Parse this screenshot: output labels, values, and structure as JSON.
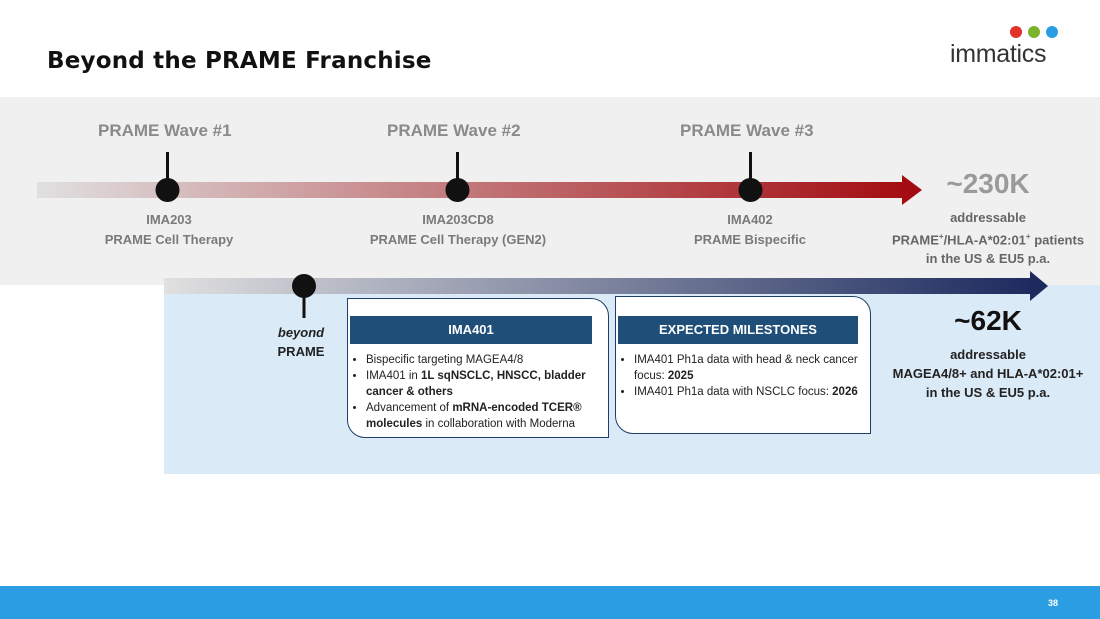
{
  "title": "Beyond the PRAME Franchise",
  "logo": {
    "text": "immatics",
    "dot_colors": [
      "#e4322b",
      "#7ab42a",
      "#2a9de3"
    ]
  },
  "waves": [
    {
      "label": "PRAME Wave #1",
      "product": "IMA203",
      "description": "PRAME Cell Therapy"
    },
    {
      "label": "PRAME Wave #2",
      "product": "IMA203CD8",
      "description": "PRAME Cell Therapy (GEN2)"
    },
    {
      "label": "PRAME Wave #3",
      "product": "IMA402",
      "description": "PRAME Bispecific"
    }
  ],
  "prame_total": {
    "value": "~230K",
    "line1": "addressable",
    "line2_prefix": "PRAME",
    "line2_mid": "/HLA-A*02:01",
    "line2_suffix": " patients",
    "sup": "+",
    "line3": "in the US & EU5 p.a."
  },
  "beyond": {
    "line1": "beyond",
    "line2": "PRAME"
  },
  "ima401_card": {
    "header": "IMA401",
    "bullets": [
      {
        "parts": [
          {
            "text": "Bispecific targeting MAGEA4/8",
            "bold": false
          }
        ]
      },
      {
        "parts": [
          {
            "text": "IMA401 in ",
            "bold": false
          },
          {
            "text": "1L sqNSCLC, HNSCC, bladder cancer & others",
            "bold": true
          }
        ]
      },
      {
        "parts": [
          {
            "text": "Advancement of ",
            "bold": false
          },
          {
            "text": "mRNA-encoded TCER® molecules",
            "bold": true
          },
          {
            "text": " in collaboration with Moderna",
            "bold": false
          }
        ]
      }
    ]
  },
  "milestones_card": {
    "header": "EXPECTED MILESTONES",
    "bullets": [
      {
        "parts": [
          {
            "text": "IMA401 Ph1a data with head & neck cancer focus: ",
            "bold": false
          },
          {
            "text": "2025",
            "bold": true
          }
        ]
      },
      {
        "parts": [
          {
            "text": "IMA401 Ph1a data with NSCLC focus: ",
            "bold": false
          },
          {
            "text": "2026",
            "bold": true
          }
        ]
      }
    ]
  },
  "magea_total": {
    "value": "~62K",
    "line1": "addressable",
    "line2": "MAGEA4/8+ and HLA-A*02:01+",
    "line3": "in the US & EU5 p.a."
  },
  "colors": {
    "top_arrow_start": "#d8d8d8",
    "top_arrow_end": "#a30d12",
    "bottom_arrow_start": "#d8d8d8",
    "bottom_arrow_end": "#1c2a5e",
    "footer": "#2a9de3",
    "card_header": "#1f4e79"
  },
  "page_number": "38"
}
